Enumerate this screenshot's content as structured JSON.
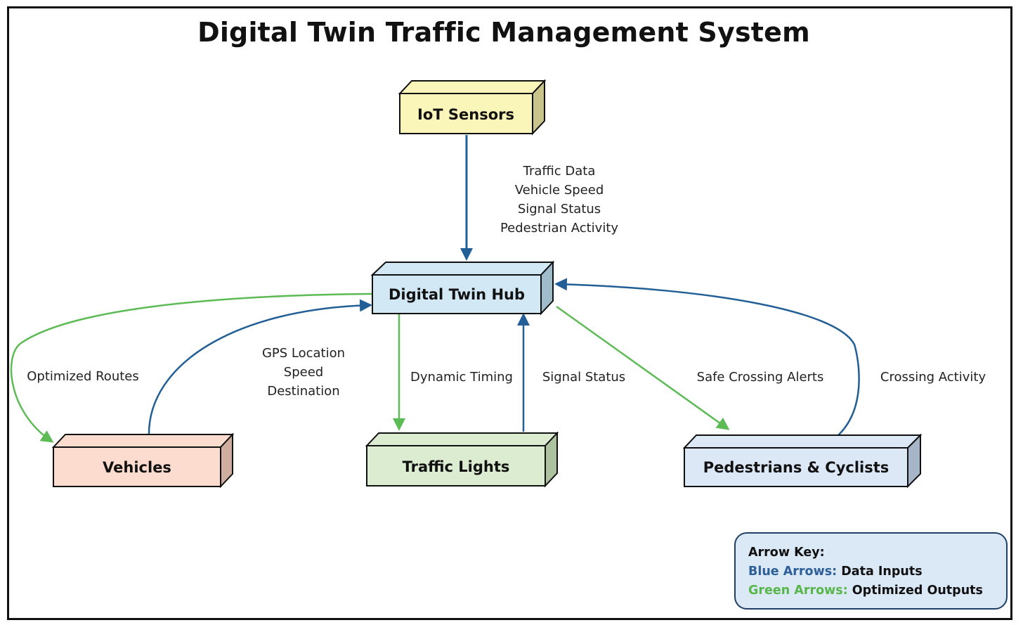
{
  "title": "Digital Twin Traffic Management System",
  "nodes": {
    "iot": {
      "label": "IoT Sensors",
      "face": "#faf5b8",
      "side": "#c9c48c"
    },
    "hub": {
      "label": "Digital Twin Hub",
      "face": "#d2e9f5",
      "side": "#9fbccb"
    },
    "vehicles": {
      "label": "Vehicles",
      "face": "#fbdccf",
      "side": "#cfae9f"
    },
    "lights": {
      "label": "Traffic Lights",
      "face": "#dcecd1",
      "side": "#adc3a0"
    },
    "peds": {
      "label": "Pedestrians & Cyclists",
      "face": "#dce8f5",
      "side": "#a6b6c8"
    }
  },
  "edge_labels": {
    "iot_to_hub": [
      "Traffic Data",
      "Vehicle Speed",
      "Signal Status",
      "Pedestrian Activity"
    ],
    "hub_to_vehicles": "Optimized Routes",
    "vehicles_to_hub": [
      "GPS Location",
      "Speed",
      "Destination"
    ],
    "hub_to_lights": "Dynamic Timing",
    "lights_to_hub": "Signal Status",
    "hub_to_peds": "Safe Crossing Alerts",
    "peds_to_hub": "Crossing Activity"
  },
  "colors": {
    "input_arrow": "#225f96",
    "output_arrow": "#5cbb55"
  },
  "legend": {
    "heading": "Arrow Key:",
    "blue_key": "Blue Arrows:",
    "blue_value": "Data Inputs",
    "green_key": "Green Arrows:",
    "green_value": "Optimized Outputs"
  }
}
